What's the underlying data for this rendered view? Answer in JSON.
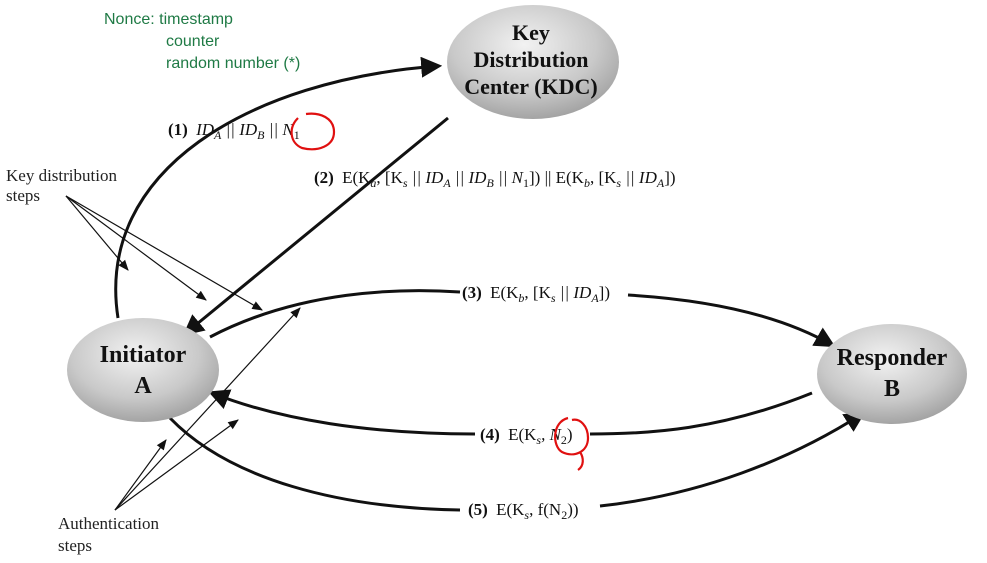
{
  "nonce_note": {
    "title": "Nonce: timestamp",
    "lines": [
      "counter",
      "random number (*)"
    ]
  },
  "nodes": {
    "kdc": {
      "lines": [
        "Key",
        "Distribution",
        "Center (KDC)"
      ]
    },
    "initiator": {
      "lines": [
        "Initiator",
        "A"
      ]
    },
    "responder": {
      "lines": [
        "Responder",
        "B"
      ]
    }
  },
  "messages": {
    "m1": {
      "num": "(1)",
      "parts": [
        "ID",
        "A",
        " || ID",
        "B",
        " || N",
        "1"
      ]
    },
    "m2": {
      "num": "(2)",
      "text": "E(K",
      "sub_a": "a",
      "rest1": ", [K",
      "sub_s": "s",
      "rest2": " || ID",
      "sub_A": "A",
      "rest3": " || ID",
      "sub_B": "B",
      "rest4": " || N",
      "sub_1": "1",
      "rest5": "]) || E(K",
      "sub_b": "b",
      "rest6": ", [K",
      "sub_s2": "s",
      "rest7": " || ID",
      "sub_A2": "A",
      "rest8": "])"
    },
    "m3": {
      "num": "(3)",
      "text": "E(K",
      "sub_b": "b",
      "rest1": ", [K",
      "sub_s": "s",
      "rest2": " || ID",
      "sub_A": "A",
      "rest3": "])"
    },
    "m4": {
      "num": "(4)",
      "text": "E(K",
      "sub_s": "s",
      "rest1": ", N",
      "sub_2": "2",
      "rest2": ")"
    },
    "m5": {
      "num": "(5)",
      "text": "E(K",
      "sub_s": "s",
      "rest1": ", f(N",
      "sub_2": "2",
      "rest2": "))"
    }
  },
  "labels": {
    "key_distribution": [
      "Key distribution",
      "steps"
    ],
    "authentication": [
      "Authentication",
      "steps"
    ]
  }
}
